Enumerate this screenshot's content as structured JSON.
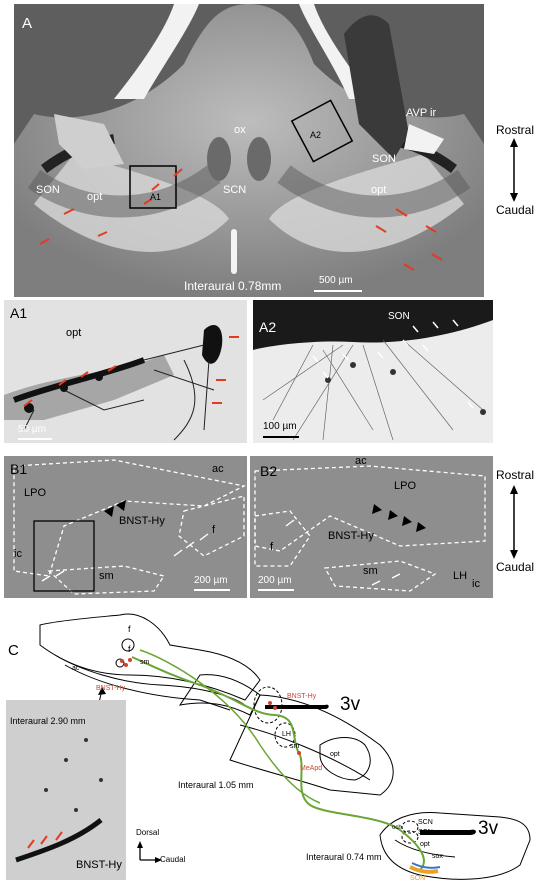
{
  "panelA": {
    "letter": "A",
    "labels": {
      "ox": "ox",
      "son_left": "SON",
      "son_right": "SON",
      "opt_left": "opt",
      "opt_right": "opt",
      "scn": "SCN",
      "avp": "AVP ir",
      "box1": "A1",
      "box2": "A2"
    },
    "interaural": "Interaural 0.78mm",
    "scale": "500 µm"
  },
  "orientA": {
    "top": "Rostral",
    "bottom": "Caudal"
  },
  "panelA1": {
    "letter": "A1",
    "opt": "opt",
    "scale": "50 µm"
  },
  "panelA2": {
    "letter": "A2",
    "son": "SON",
    "scale": "100 µm"
  },
  "panelB1": {
    "letter": "B1",
    "lpo": "LPO",
    "ac": "ac",
    "bnst": "BNST-Hy",
    "f": "f",
    "ic": "ic",
    "sm": "sm",
    "scale": "200 µm"
  },
  "panelB2": {
    "letter": "B2",
    "ac": "ac",
    "lpo": "LPO",
    "bnst": "BNST-Hy",
    "f": "f",
    "sm": "sm",
    "lh": "LH",
    "ic": "ic",
    "scale": "200 µm"
  },
  "orientB": {
    "top": "Rostral",
    "bottom": "Caudal"
  },
  "panelC": {
    "letter": "C",
    "interaural1": "Interaural 2.90 mm",
    "interaural2": "Interaural 1.05 mm",
    "interaural3": "Interaural 0.74 mm",
    "v3_mid": "3v",
    "v3_right": "3v",
    "bnst_left": "BNST-Hy",
    "bnst_mid": "BNST-Hy",
    "f_top": "f",
    "f_top2": "f",
    "sm1": "sm",
    "ac": "ac",
    "lh": "LH",
    "sm2": "sm",
    "opt": "opt",
    "meapd": "MeApd",
    "scn1": "SCN",
    "scn2": "SCN",
    "opt2": "opt",
    "sox": "sox",
    "son": "SON",
    "och": "och",
    "inset_label": "BNST-Hy",
    "dorsal": "Dorsal",
    "caudal": "Caudal"
  }
}
